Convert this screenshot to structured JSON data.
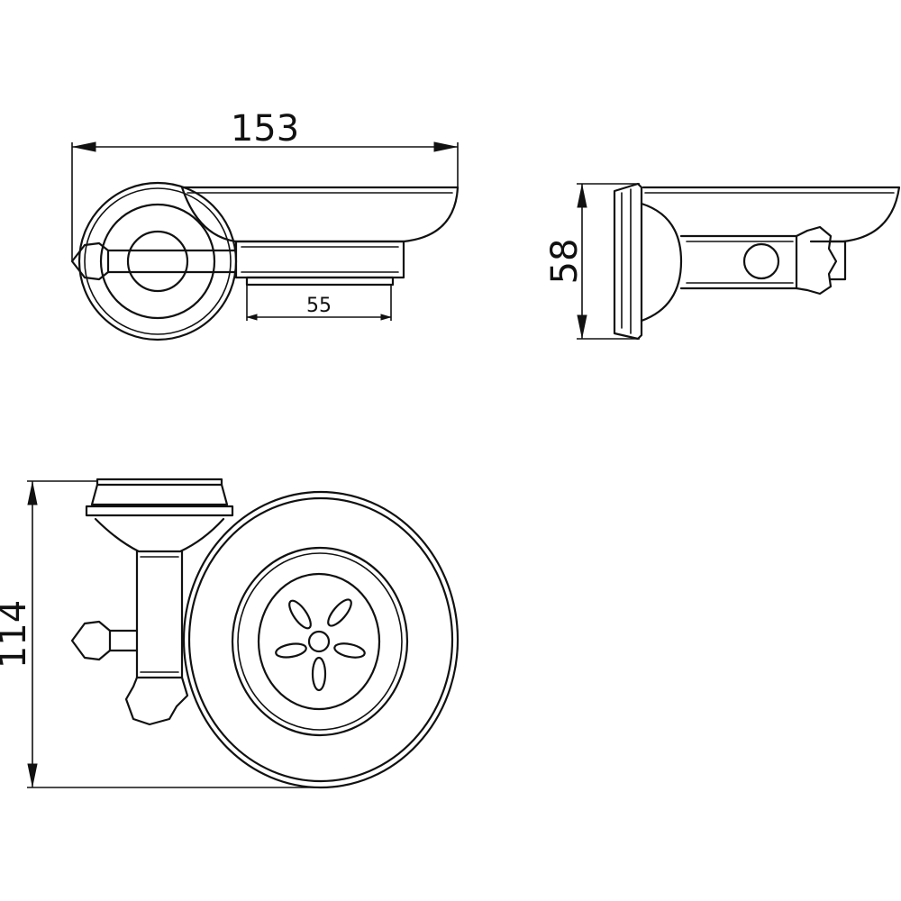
{
  "dimensions": {
    "overall_width": "153",
    "dish_width": "55",
    "height": "58",
    "depth": "114"
  },
  "colors": {
    "line": "#111111",
    "background": "#ffffff"
  }
}
